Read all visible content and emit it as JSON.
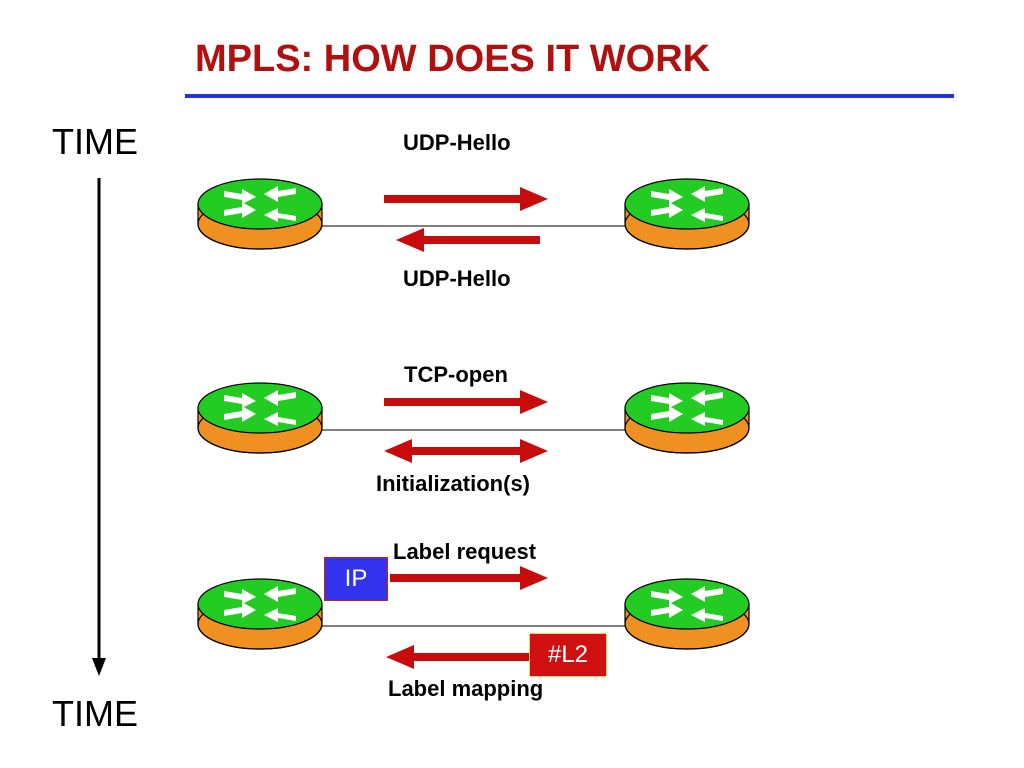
{
  "title": "MPLS: HOW DOES IT WORK",
  "time_top": "TIME",
  "time_bottom": "TIME",
  "colors": {
    "title": "#b01010",
    "rule": "#2233dd",
    "arrow": "#c80c0c",
    "router_top": "#22cc22",
    "router_side": "#f09020",
    "ip_tag": "#3333ee",
    "l2_tag": "#d01010"
  },
  "stages": [
    {
      "upper_label": "UDP-Hello",
      "lower_label": "UDP-Hello",
      "upper_arrow": "right",
      "lower_arrow": "left"
    },
    {
      "upper_label": "TCP-open",
      "lower_label": "Initialization(s)",
      "upper_arrow": "right",
      "lower_arrow": "both"
    },
    {
      "upper_label": "Label request",
      "lower_label": "Label mapping",
      "upper_arrow": "right",
      "lower_arrow": "left",
      "upper_tag": "IP",
      "lower_tag": "#L2"
    }
  ]
}
